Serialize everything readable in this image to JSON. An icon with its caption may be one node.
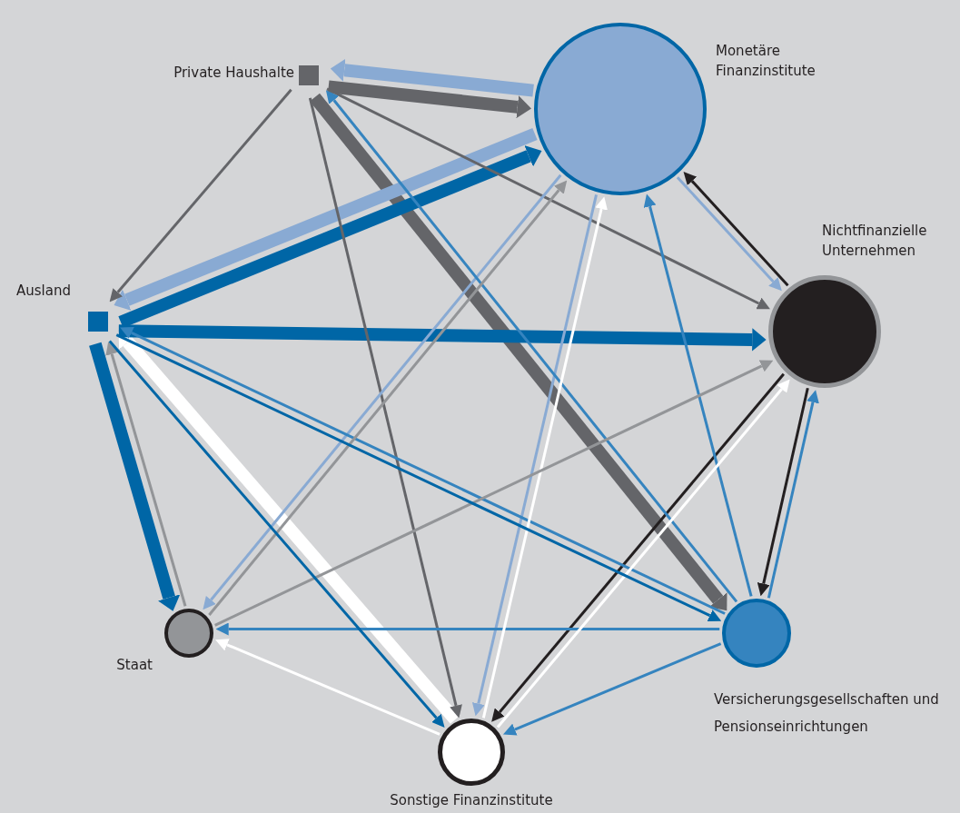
{
  "diagram": {
    "nodes": [
      {
        "text": [
          "Private Haushalte"
        ]
      },
      {
        "text": [
          "Monetäre Finanzinstitute"
        ]
      },
      {
        "text": [
          "Nichtfinanzielle Unternehmen"
        ]
      },
      {
        "text": [
          "Versicherungsgesellschaften und Pensionseinrichtungen"
        ]
      },
      {
        "text": [
          "Sonstige Finanzinstitute"
        ]
      },
      {
        "text": [
          "Staat"
        ]
      },
      {
        "text": [
          "Ausland"
        ]
      }
    ],
    "edges": [
      {
        "from": 0,
        "to": 1,
        "arrow": "to",
        "style": "thick",
        "color": "#646569"
      },
      {
        "from": 0,
        "to": 6,
        "arrow": "to",
        "color": "#646569"
      },
      {
        "from": 0,
        "to": 3,
        "arrow": "to",
        "style": "thick",
        "color": "#646569"
      },
      {
        "from": 0,
        "to": 2,
        "arrow": "to",
        "color": "#646569"
      },
      {
        "from": 0,
        "to": 4,
        "arrow": "to",
        "color": "#646569"
      },
      {
        "from": 1,
        "to": 0,
        "arrow": "to",
        "style": "thick",
        "color": "#89aad3"
      },
      {
        "from": 1,
        "to": 6,
        "arrow": "to",
        "style": "thick",
        "color": "#89aad3"
      },
      {
        "from": 1,
        "to": 2,
        "arrow": "to",
        "color": "#89aad3"
      },
      {
        "from": 1,
        "to": 5,
        "arrow": "to",
        "color": "#89aad3"
      },
      {
        "from": 1,
        "to": 4,
        "arrow": "to",
        "color": "#89aad3"
      },
      {
        "from": 2,
        "to": 1,
        "arrow": "to",
        "color": "#231f20"
      },
      {
        "from": 2,
        "to": 3,
        "arrow": "to",
        "color": "#231f20"
      },
      {
        "from": 2,
        "to": 4,
        "arrow": "to",
        "color": "#231f20"
      },
      {
        "from": 3,
        "to": 1,
        "arrow": "to",
        "color": "#3584bf"
      },
      {
        "from": 3,
        "to": 0,
        "arrow": "to",
        "color": "#3584bf"
      },
      {
        "from": 3,
        "to": 6,
        "arrow": "to",
        "color": "#3584bf"
      },
      {
        "from": 3,
        "to": 2,
        "arrow": "to",
        "color": "#3584bf"
      },
      {
        "from": 3,
        "to": 5,
        "arrow": "to",
        "color": "#3584bf"
      },
      {
        "from": 3,
        "to": 4,
        "arrow": "to",
        "color": "#3584bf"
      },
      {
        "from": 4,
        "to": 1,
        "arrow": "to",
        "color": "#ffffff"
      },
      {
        "from": 4,
        "to": 2,
        "arrow": "to",
        "color": "#ffffff"
      },
      {
        "from": 4,
        "to": 5,
        "arrow": "to",
        "color": "#ffffff"
      },
      {
        "from": 4,
        "to": 6,
        "arrow": "to",
        "style": "thick",
        "color": "#ffffff"
      },
      {
        "from": 5,
        "to": 1,
        "arrow": "to",
        "color": "#939598"
      },
      {
        "from": 5,
        "to": 2,
        "arrow": "to",
        "color": "#939598"
      },
      {
        "from": 5,
        "to": 6,
        "arrow": "to",
        "color": "#939598"
      },
      {
        "from": 6,
        "to": 1,
        "arrow": "to",
        "style": "thick",
        "color": "#0066a6"
      },
      {
        "from": 6,
        "to": 2,
        "arrow": "to",
        "style": "thick",
        "color": "#0066a6"
      },
      {
        "from": 6,
        "to": 5,
        "arrow": "to",
        "style": "thick",
        "color": "#0066a6"
      },
      {
        "from": 6,
        "to": 4,
        "arrow": "to",
        "color": "#0066a6"
      },
      {
        "from": 6,
        "to": 3,
        "arrow": "to",
        "color": "#0066a6"
      }
    ]
  }
}
